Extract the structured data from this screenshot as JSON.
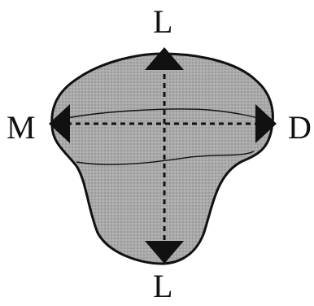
{
  "labels": {
    "top": "L",
    "bottom": "L",
    "left": "M",
    "right": "D"
  },
  "colors": {
    "fill": "#a9a9a9",
    "outline": "#111111",
    "arrow": "#111111",
    "background": "#ffffff"
  }
}
